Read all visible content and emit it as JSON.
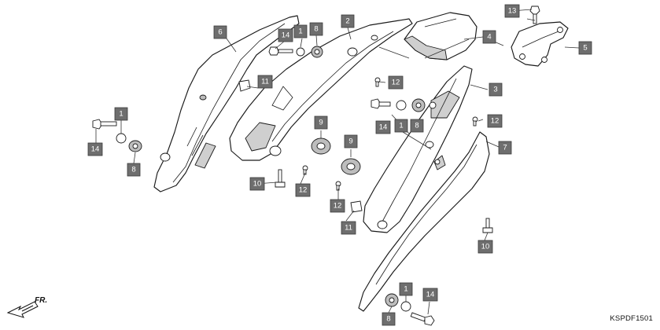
{
  "diagram_code": "KSPDF1501",
  "direction_label": "FR.",
  "callouts": [
    {
      "label": "1"
    },
    {
      "label": "1"
    },
    {
      "label": "1"
    },
    {
      "label": "1"
    },
    {
      "label": "2"
    },
    {
      "label": "3"
    },
    {
      "label": "4"
    },
    {
      "label": "5"
    },
    {
      "label": "6"
    },
    {
      "label": "7"
    },
    {
      "label": "8"
    },
    {
      "label": "8"
    },
    {
      "label": "8"
    },
    {
      "label": "8"
    },
    {
      "label": "9"
    },
    {
      "label": "9"
    },
    {
      "label": "10"
    },
    {
      "label": "10"
    },
    {
      "label": "11"
    },
    {
      "label": "11"
    },
    {
      "label": "12"
    },
    {
      "label": "12"
    },
    {
      "label": "12"
    },
    {
      "label": "12"
    },
    {
      "label": "13"
    },
    {
      "label": "14"
    },
    {
      "label": "14"
    },
    {
      "label": "14"
    },
    {
      "label": "14"
    }
  ],
  "colors": {
    "callout_fill": "#6e6e6e",
    "callout_text": "#ffffff",
    "line": "#1a1a1a"
  }
}
